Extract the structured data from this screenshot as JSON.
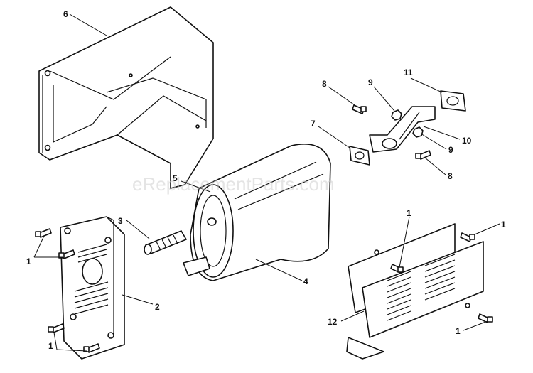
{
  "watermark": "eReplacementParts.com",
  "callouts": {
    "c1a": "1",
    "c1b": "1",
    "c1c": "1",
    "c1d": "1",
    "c1e": "1",
    "c2": "2",
    "c3": "3",
    "c4": "4",
    "c5": "5",
    "c6": "6",
    "c7": "7",
    "c8a": "8",
    "c8b": "8",
    "c9a": "9",
    "c9b": "9",
    "c10": "10",
    "c11": "11",
    "c12": "12"
  }
}
